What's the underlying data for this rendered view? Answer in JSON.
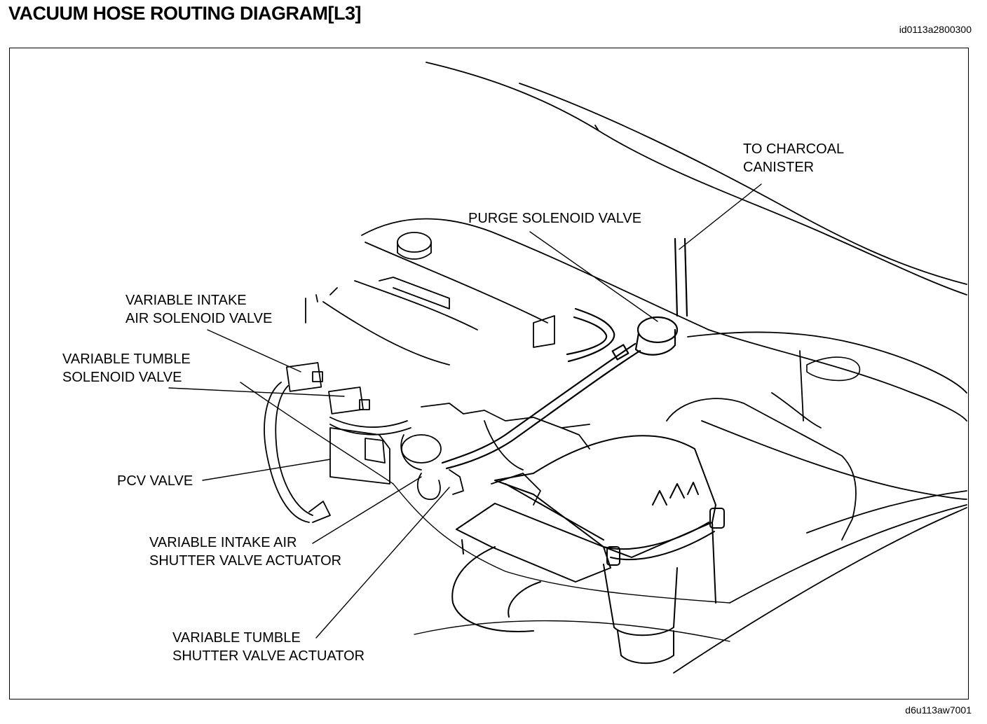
{
  "header": {
    "title": "VACUUM HOSE ROUTING DIAGRAM[L3]",
    "document_id": "id0113a2800300"
  },
  "footer": {
    "figure_id": "d6u113aw7001"
  },
  "labels": {
    "charcoal_canister": [
      "TO CHARCOAL",
      "CANISTER"
    ],
    "purge_solenoid": [
      "PURGE SOLENOID VALVE"
    ],
    "variable_intake_solenoid": [
      "VARIABLE INTAKE",
      "AIR SOLENOID VALVE"
    ],
    "variable_tumble_solenoid": [
      "VARIABLE TUMBLE",
      "SOLENOID VALVE"
    ],
    "pcv_valve": [
      "PCV VALVE"
    ],
    "intake_shutter_actuator": [
      "VARIABLE INTAKE AIR",
      "SHUTTER VALVE ACTUATOR"
    ],
    "tumble_shutter_actuator": [
      "VARIABLE TUMBLE",
      "SHUTTER VALVE ACTUATOR"
    ]
  },
  "colors": {
    "ink": "#000000",
    "paper": "#ffffff"
  }
}
